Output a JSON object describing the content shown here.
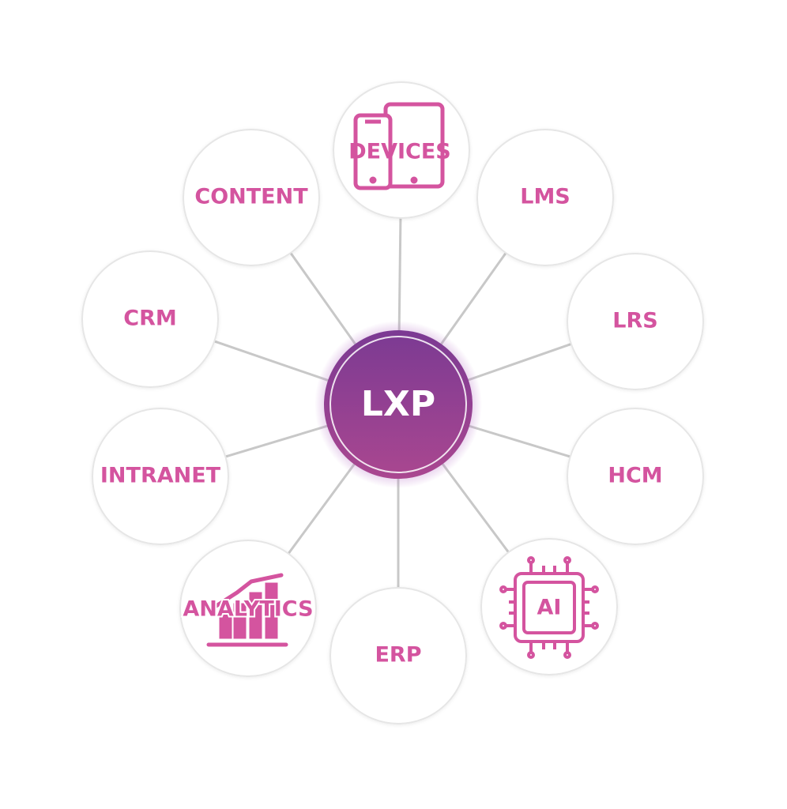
{
  "colors": {
    "accent": "#d4549f",
    "hub_top": "#7b3a93",
    "hub_bottom": "#a9468d",
    "connector": "#c8c8c8",
    "node_border": "#e6e6e6"
  },
  "hub": {
    "label": "LXP"
  },
  "nodes": [
    {
      "label": "DEVICES",
      "icon": "devices-icon"
    },
    {
      "label": "LMS",
      "icon": ""
    },
    {
      "label": "LRS",
      "icon": ""
    },
    {
      "label": "HCM",
      "icon": ""
    },
    {
      "label": "AI",
      "icon": "ai-chip-icon"
    },
    {
      "label": "ERP",
      "icon": ""
    },
    {
      "label": "ANALYTICS",
      "icon": "analytics-chart-icon"
    },
    {
      "label": "INTRANET",
      "icon": ""
    },
    {
      "label": "CRM",
      "icon": ""
    },
    {
      "label": "CONTENT",
      "icon": ""
    }
  ]
}
